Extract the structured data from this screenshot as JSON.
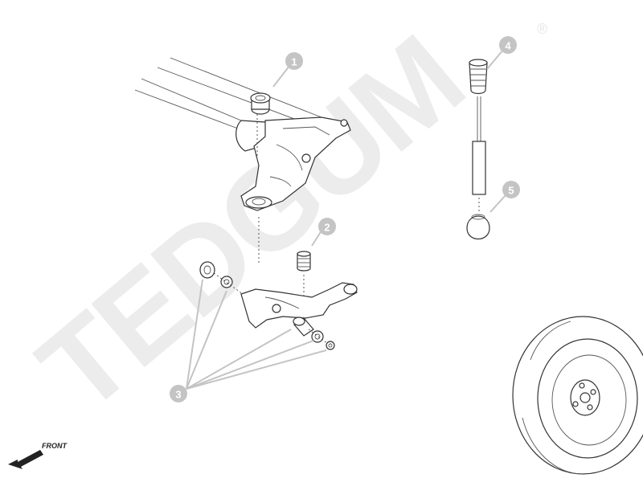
{
  "watermark": {
    "text": "TEDGUM",
    "registered_mark": "®"
  },
  "callouts": [
    {
      "number": "1",
      "label": "top-mount-bushing"
    },
    {
      "number": "2",
      "label": "bump-stop"
    },
    {
      "number": "3",
      "label": "control-arm-bushings"
    },
    {
      "number": "4",
      "label": "shock-bump-stop"
    },
    {
      "number": "5",
      "label": "shock-dust-cover"
    }
  ],
  "orientation": {
    "label": "FRONT"
  },
  "colors": {
    "callout_badge": "#c4c4c4",
    "watermark": "#ececec",
    "line_art": "#333333",
    "background": "#ffffff"
  }
}
